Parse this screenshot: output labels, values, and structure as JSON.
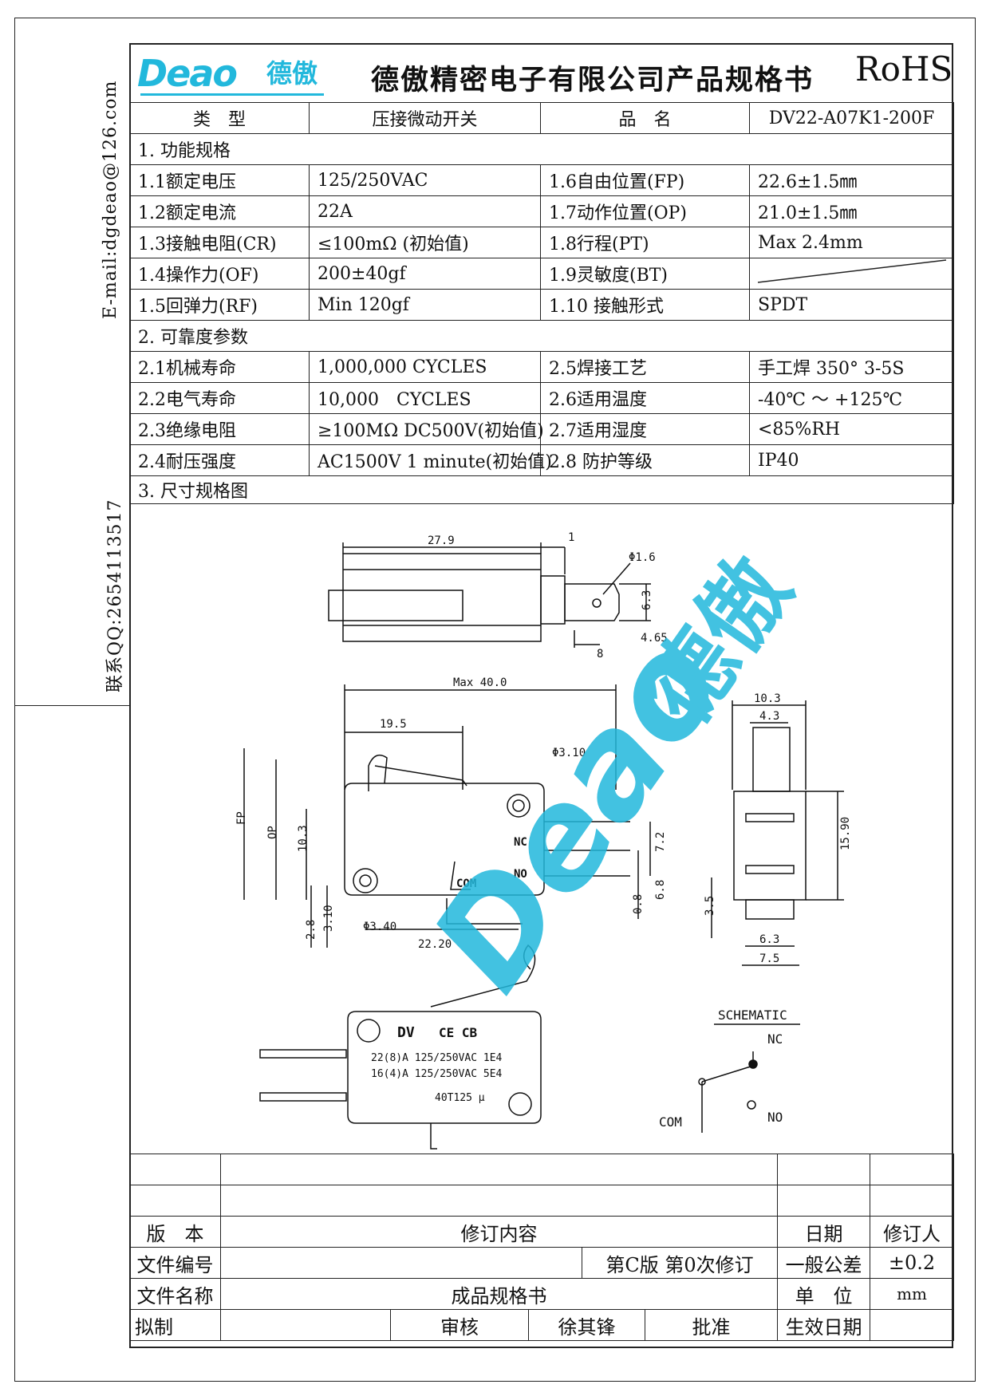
{
  "side": {
    "email": "E-mail:dgdeao@126.com",
    "qq": "联系QQ:2654113517"
  },
  "header": {
    "logo_text": "Deao",
    "logo_cn": "德傲",
    "company_title": "德傲精密电子有限公司产品规格书",
    "rohs": "RoHS",
    "accent_color": "#22b8dc"
  },
  "product": {
    "type_label": "类　型",
    "type_value": "压接微动开关",
    "name_label": "品　名",
    "name_value": "DV22-A07K1-200F"
  },
  "sections": {
    "s1": "1. 功能规格",
    "s2": "2. 可靠度参数",
    "s3": "3. 尺寸规格图"
  },
  "functional": [
    {
      "l1": "1.1额定电压",
      "v1": "125/250VAC",
      "l2": "1.6自由位置(FP)",
      "v2": "22.6±1.5㎜"
    },
    {
      "l1": "1.2额定电流",
      "v1": "22A",
      "l2": "1.7动作位置(OP)",
      "v2": "21.0±1.5㎜"
    },
    {
      "l1": "1.3接触电阻(CR)",
      "v1": "≤100mΩ (初始值)",
      "l2": "1.8行程(PT)",
      "v2": "Max 2.4mm"
    },
    {
      "l1": "1.4操作力(OF)",
      "v1": "200±40gf",
      "l2": "1.9灵敏度(BT)",
      "v2": ""
    },
    {
      "l1": "1.5回弹力(RF)",
      "v1": "Min 120gf",
      "l2": "1.10 接触形式",
      "v2": "SPDT"
    }
  ],
  "reliability": [
    {
      "l1": "2.1机械寿命",
      "v1": "1,000,000 CYCLES",
      "l2": "2.5焊接工艺",
      "v2": "手工焊 350° 3-5S"
    },
    {
      "l1": "2.2电气寿命",
      "v1": "10,000　CYCLES",
      "l2": "2.6适用温度",
      "v2": "-40℃ ～ +125℃"
    },
    {
      "l1": "2.3绝缘电阻",
      "v1": "≥100MΩ DC500V(初始值)",
      "l2": "2.7适用湿度",
      "v2": "<85%RH"
    },
    {
      "l1": "2.4耐压强度",
      "v1": "AC1500V 1 minute(初始值)",
      "l2": "2.8 防护等级",
      "v2": "IP40"
    }
  ],
  "drawing": {
    "top_view": {
      "d1": "27.9",
      "d2": "1",
      "d3": "Φ1.6",
      "d4": "6.3",
      "d5": "4.65",
      "d6": "8"
    },
    "front_view": {
      "max": "Max 40.0",
      "a": "19.5",
      "hole": "Φ3.10",
      "fp": "FP",
      "op": "OP",
      "h103": "10.3",
      "nc": "NC",
      "no": "NO",
      "com": "COM",
      "d72": "7.2",
      "d68": "6.8",
      "d08": "0.8",
      "d28": "2.8",
      "d310": "3.10",
      "hole2": "Φ3.40",
      "d222": "22.20"
    },
    "side_view": {
      "w103": "10.3",
      "w43": "4.3",
      "h159": "15.90",
      "d35": "3.5",
      "w63": "6.3",
      "w75": "7.5"
    },
    "label": {
      "dv": "DV",
      "cert": "CE CB",
      "line1": "22(8)A 125/250VAC 1E4",
      "line2": "16(4)A 125/250VAC 5E4",
      "line3": "40T125 μ"
    },
    "schematic": {
      "title": "SCHEMATIC",
      "nc": "NC",
      "no": "NO",
      "com": "COM"
    }
  },
  "revision": {
    "version_label": "版　本",
    "content_label": "修订内容",
    "date_label": "日期",
    "reviser_label": "修订人",
    "file_no_label": "文件编号",
    "revision_text": "第C版 第0次修订",
    "tolerance_label": "一般公差",
    "tolerance_value": "±0.2",
    "file_name_label": "文件名称",
    "file_name_value": "成品规格书",
    "unit_label": "单　位",
    "unit_value": "mm",
    "draft_label": "拟制",
    "review_label": "审核",
    "reviewer": "徐其锋",
    "approve_label": "批准",
    "effective_label": "生效日期"
  }
}
